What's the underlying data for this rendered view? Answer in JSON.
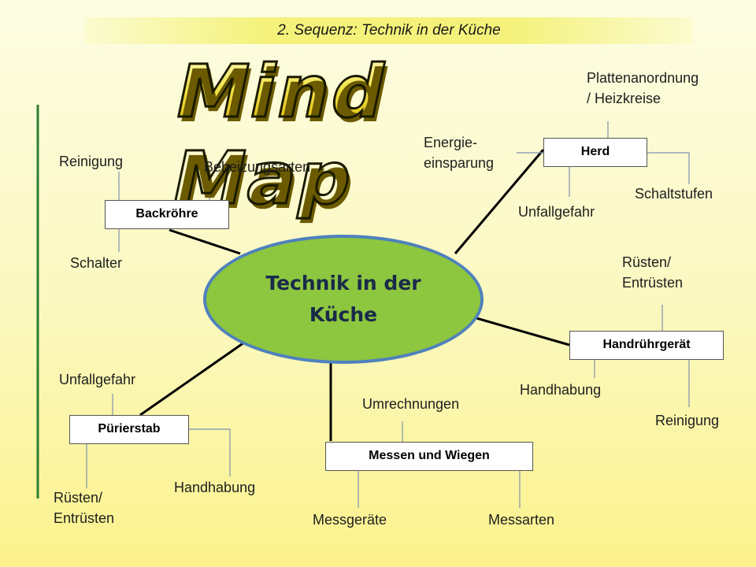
{
  "header": {
    "sequence": "2. Sequenz: Technik in der Küche"
  },
  "title": "Mind Map",
  "center": "Technik in der\nKüche",
  "branches": {
    "backroehre": {
      "name": "Backröhre",
      "reinigung": "Reinigung",
      "beheizung": "Beheizungsarten",
      "schalter": "Schalter"
    },
    "herd": {
      "name": "Herd",
      "plattenanordnung": "Plattenanordnung\n/ Heizkreise",
      "energie": "Energie-\neinsparung",
      "unfallgefahr": "Unfallgefahr",
      "schaltstufen": "Schaltstufen"
    },
    "handruehrgeraet": {
      "name": "Handrührgerät",
      "ruesten": "Rüsten/\nEntrüsten",
      "handhabung": "Handhabung",
      "reinigung": "Reinigung"
    },
    "puerierstab": {
      "name": "Pürierstab",
      "unfallgefahr": "Unfallgefahr",
      "ruesten": "Rüsten/\nEntrüsten",
      "handhabung": "Handhabung"
    },
    "messen": {
      "name": "Messen und Wiegen",
      "umrechnungen": "Umrechnungen",
      "messgeraete": "Messgeräte",
      "messarten": "Messarten"
    }
  },
  "colors": {
    "center_fill": "#8dc63f",
    "center_border": "#4e81bd",
    "side_bar": "#2e7d32"
  }
}
